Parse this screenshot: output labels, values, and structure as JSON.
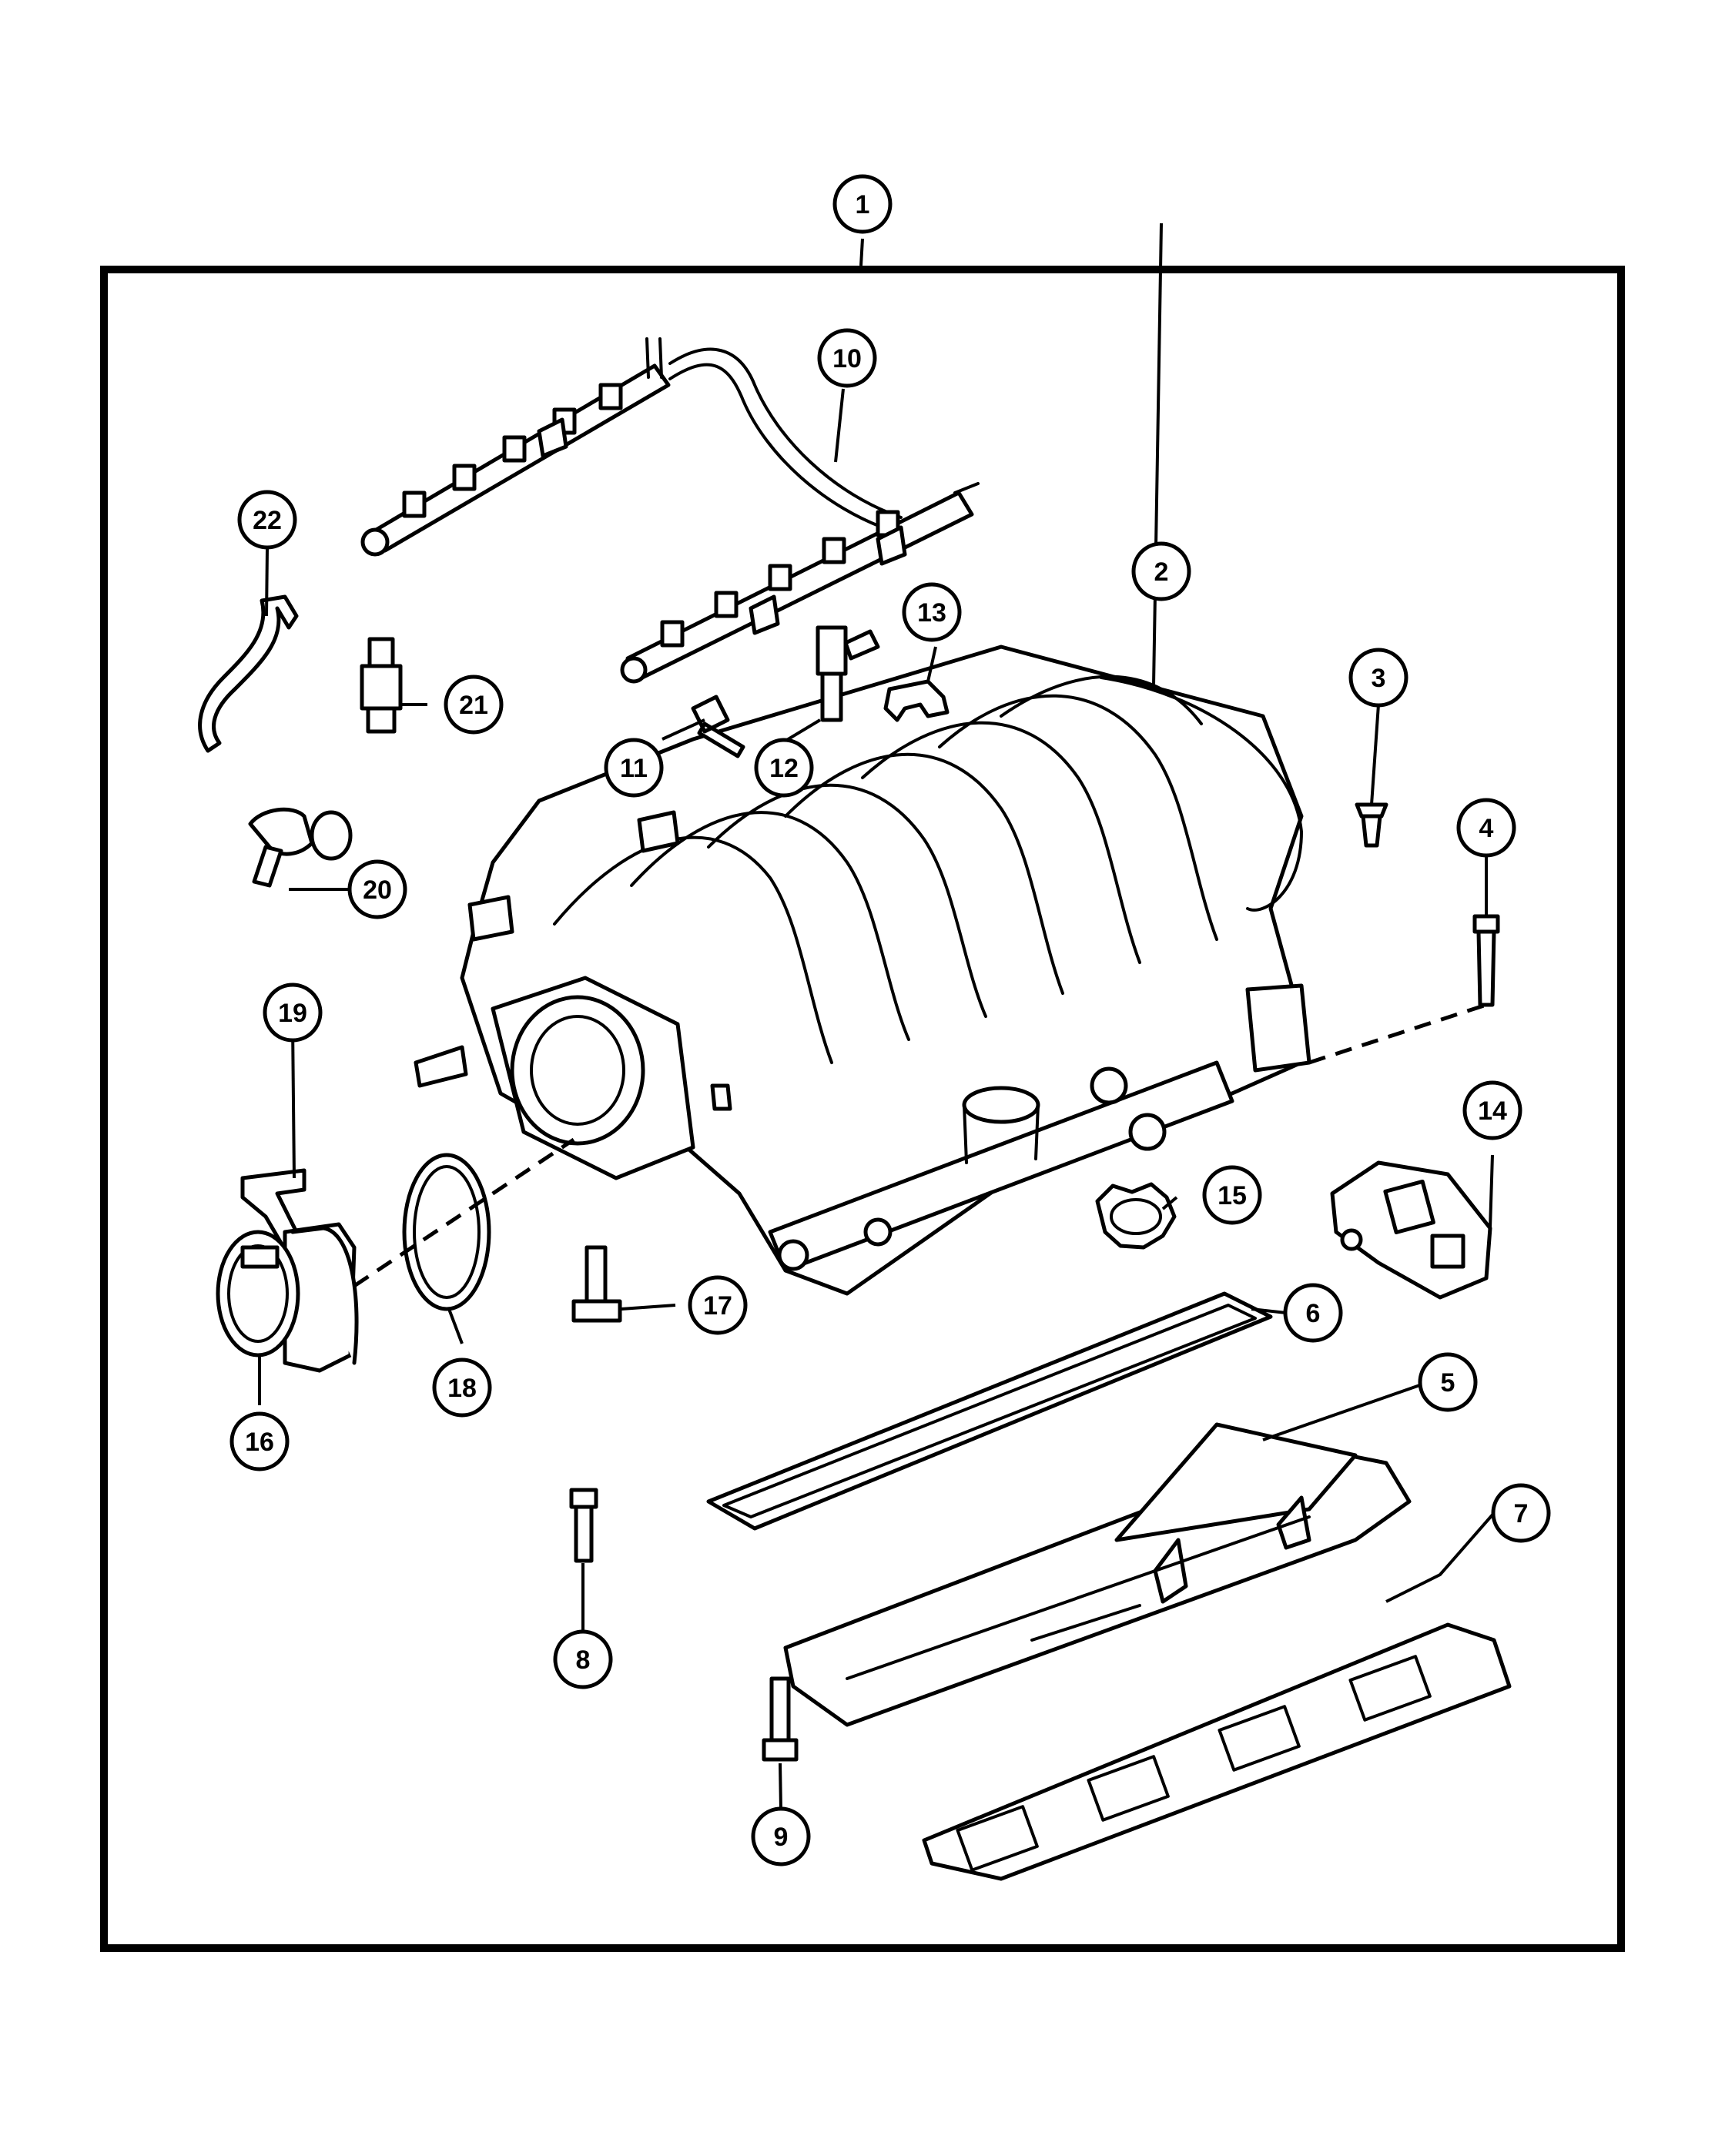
{
  "diagram": {
    "callouts": [
      {
        "number": "1",
        "part": "intake-manifold-assembly"
      },
      {
        "number": "2",
        "part": "intake-manifold"
      },
      {
        "number": "3",
        "part": "pcv-fitting"
      },
      {
        "number": "4",
        "part": "manifold-stud"
      },
      {
        "number": "5",
        "part": "manifold-tray"
      },
      {
        "number": "6",
        "part": "upper-gasket"
      },
      {
        "number": "7",
        "part": "lower-gasket"
      },
      {
        "number": "8",
        "part": "tray-stud"
      },
      {
        "number": "9",
        "part": "tray-bolt"
      },
      {
        "number": "10",
        "part": "fuel-rail"
      },
      {
        "number": "11",
        "part": "rail-bolt"
      },
      {
        "number": "12",
        "part": "fuel-injector"
      },
      {
        "number": "13",
        "part": "injector-clip"
      },
      {
        "number": "14",
        "part": "map-sensor"
      },
      {
        "number": "15",
        "part": "oil-fill-cap"
      },
      {
        "number": "16",
        "part": "throttle-body"
      },
      {
        "number": "17",
        "part": "throttle-body-bolt"
      },
      {
        "number": "18",
        "part": "throttle-body-seal"
      },
      {
        "number": "19",
        "part": "bracket"
      },
      {
        "number": "20",
        "part": "vacuum-fitting"
      },
      {
        "number": "21",
        "part": "pcv-valve"
      },
      {
        "number": "22",
        "part": "pcv-hose"
      }
    ]
  }
}
